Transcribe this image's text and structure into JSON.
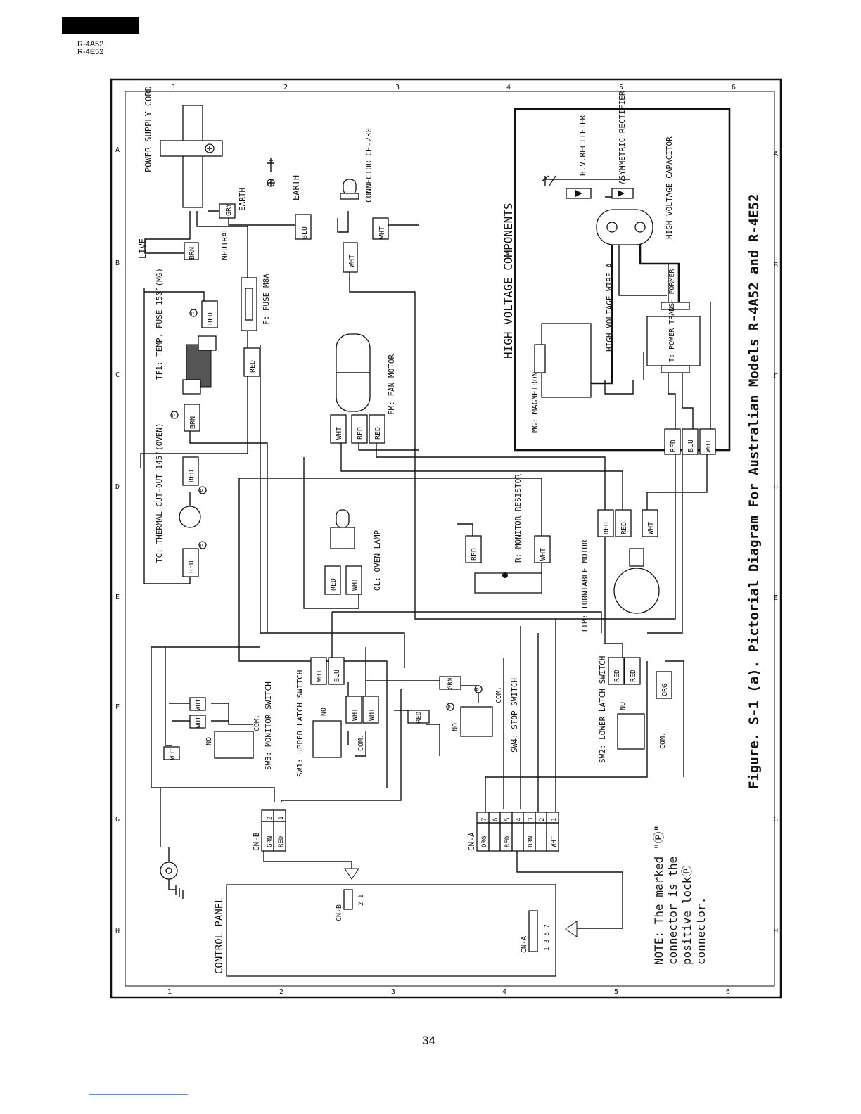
{
  "header": {
    "models": [
      "R-4A52",
      "R-4E52"
    ]
  },
  "page_number": "34",
  "grid": {
    "columns": [
      "1",
      "2",
      "3",
      "4",
      "5",
      "6"
    ],
    "rows": [
      "A",
      "B",
      "C",
      "D",
      "E",
      "F",
      "G",
      "H"
    ]
  },
  "figure_caption": "Figure. S-1 (a). Pictorial Diagram For Australian Models R-4A52 and R-4E52",
  "hv_title": "HIGH VOLTAGE COMPONENTS",
  "labels": {
    "power_cord": "POWER SUPPLY CORD",
    "live": "LIVE",
    "earth_conn": "EARTH",
    "earth_symbol": "EARTH",
    "neutral": "NEUTRAL",
    "connector": "CONNECTOR CE-230",
    "fuse": "F: FUSE M8A",
    "temp_fuse": "TF1: TEMP. FUSE 150°(MG)",
    "thermal_cutout": "TC: THERMAL CUT-OUT 145°(OVEN)",
    "fan_motor": "FM: FAN MOTOR",
    "oven_lamp": "OL: OVEN LAMP",
    "monitor_resistor": "R: MONITOR RESISTOR",
    "turntable_motor": "TTM: TURNTABLE MOTOR",
    "magnetron": "MG: MAGNETRON",
    "hv_rectifier": "H.V.RECTIFIER",
    "asym_rectifier": "ASYMMETRIC RECTIFIER",
    "hv_capacitor": "HIGH VOLTAGE CAPACITOR",
    "hv_wire": "HIGH VOLTAGE WIRE A",
    "transformer": "T: POWER TRANS- FORMER",
    "sw3": "SW3: MONITOR SWITCH",
    "sw1": "SW1: UPPER LATCH SWITCH",
    "sw4": "SW4: STOP SWITCH",
    "sw2": "SW2: LOWER LATCH SWITCH",
    "control_panel": "CONTROL PANEL",
    "cn_b": "CN-B",
    "cn_a": "CN-A",
    "no": "NO",
    "com": "COM.",
    "note": [
      "NOTE: The marked \"Ⓟ\"",
      "connector is the",
      "positive lockⓅ",
      "connector."
    ]
  },
  "wire_colors": {
    "gry": "GRY",
    "brn_vert": "BRN",
    "blu_vert": "BLU",
    "wht_vert": "WHT",
    "red": "RED",
    "brn": "BRN",
    "wht": "WHT",
    "blu": "BLU",
    "grn_vert": "GRN",
    "red_vert": "RED",
    "org": "ORG",
    "grn": "GRN"
  },
  "cn_b_pins": [
    {
      "pin": "2",
      "color": "GRN"
    },
    {
      "pin": "1",
      "color": "RED"
    }
  ],
  "cn_a_pins": [
    {
      "pin": "7",
      "color": "ORG"
    },
    {
      "pin": "6",
      "color": ""
    },
    {
      "pin": "5",
      "color": "RED"
    },
    {
      "pin": "4",
      "color": ""
    },
    {
      "pin": "3",
      "color": "BRN"
    },
    {
      "pin": "2",
      "color": ""
    },
    {
      "pin": "1",
      "color": "WHT"
    }
  ],
  "panel_cn_b_pins": "2 1",
  "panel_cn_a_pins": "1 3 5 7"
}
